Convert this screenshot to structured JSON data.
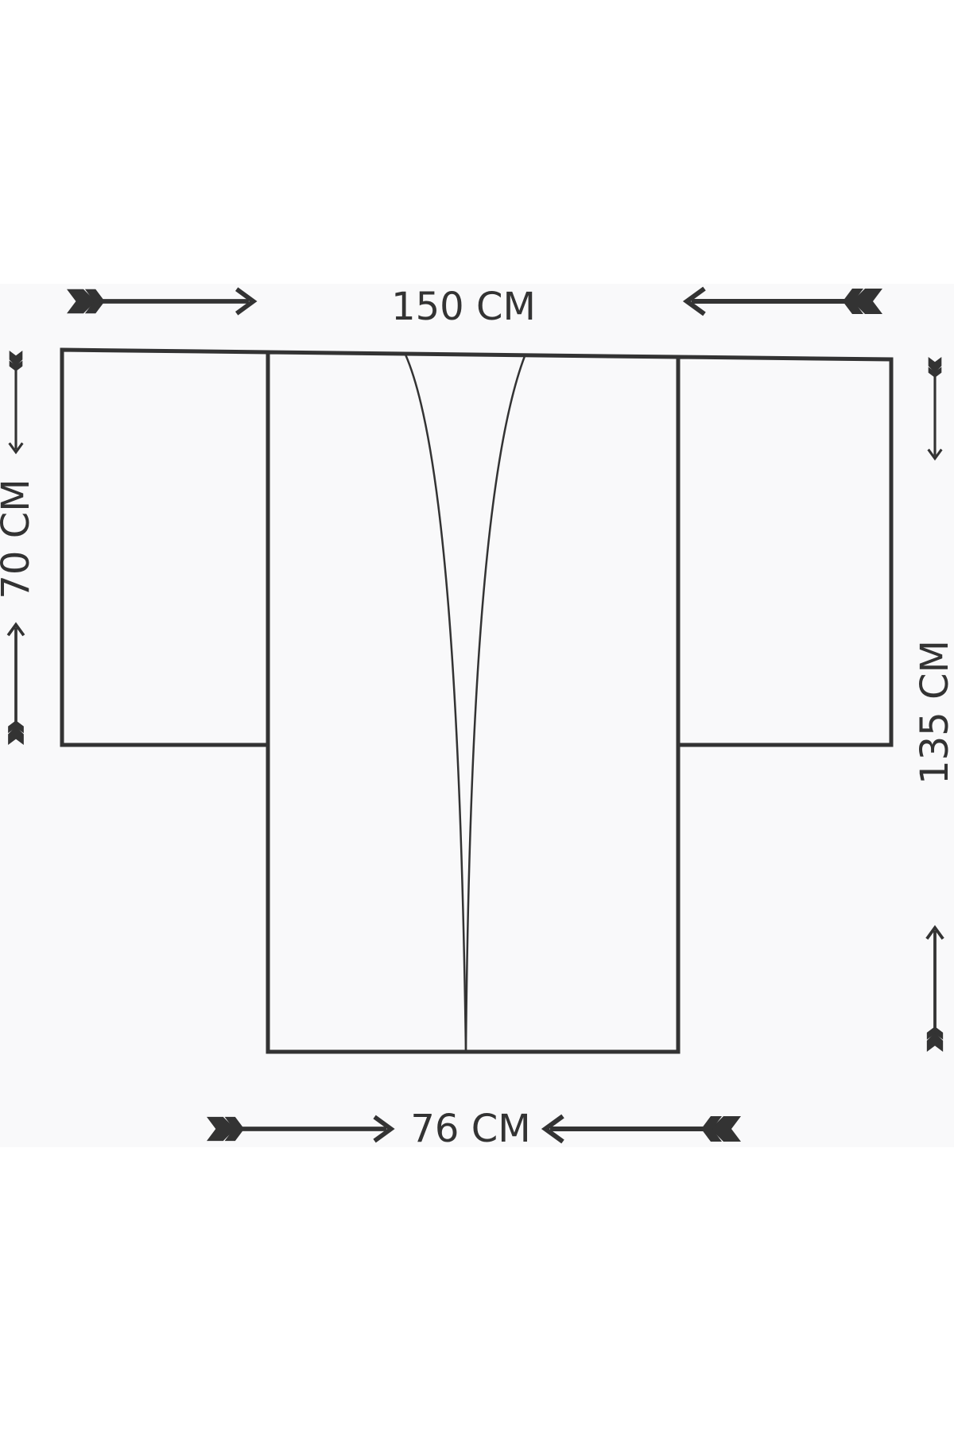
{
  "colors": {
    "ink": "#333333",
    "background": "#ffffff",
    "band": "#f9f9fa"
  },
  "dimensions": {
    "width_top": "150 CM",
    "sleeve_length": "70 CM",
    "total_length": "135 CM",
    "body_width": "76 CM"
  },
  "icons": [
    "arrow-right-icon",
    "arrow-left-icon",
    "arrow-down-icon",
    "arrow-up-icon"
  ]
}
